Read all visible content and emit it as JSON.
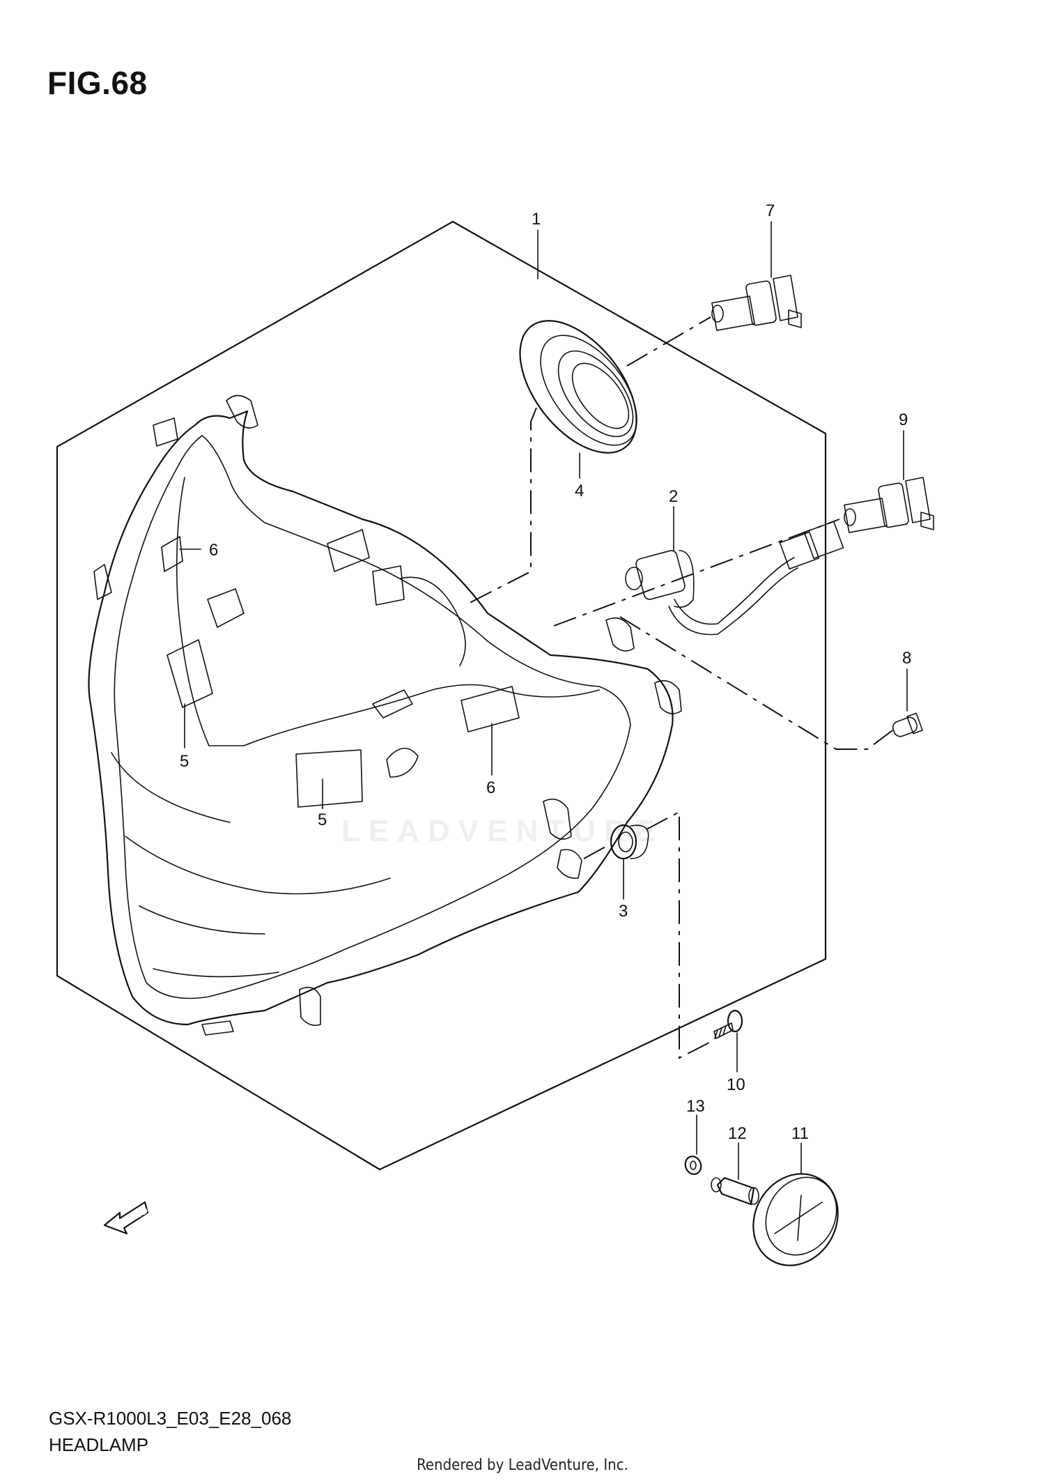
{
  "figure": {
    "title": "FIG.68"
  },
  "footer": {
    "model_code": "GSX-R1000L3_E03_E28_068",
    "section_name": "HEADLAMP",
    "rendered_by": "Rendered by LeadVenture, Inc."
  },
  "watermark": "LEADVENTURE",
  "fwd_label": "FWD",
  "callouts": [
    {
      "id": "c1",
      "label": "1"
    },
    {
      "id": "c7",
      "label": "7"
    },
    {
      "id": "c4",
      "label": "4"
    },
    {
      "id": "c9",
      "label": "9"
    },
    {
      "id": "c2",
      "label": "2"
    },
    {
      "id": "c6a",
      "label": "6"
    },
    {
      "id": "c8",
      "label": "8"
    },
    {
      "id": "c5a",
      "label": "5"
    },
    {
      "id": "c5b",
      "label": "5"
    },
    {
      "id": "c6b",
      "label": "6"
    },
    {
      "id": "c3",
      "label": "3"
    },
    {
      "id": "c10",
      "label": "10"
    },
    {
      "id": "c13",
      "label": "13"
    },
    {
      "id": "c12",
      "label": "12"
    },
    {
      "id": "c11",
      "label": "11"
    }
  ]
}
